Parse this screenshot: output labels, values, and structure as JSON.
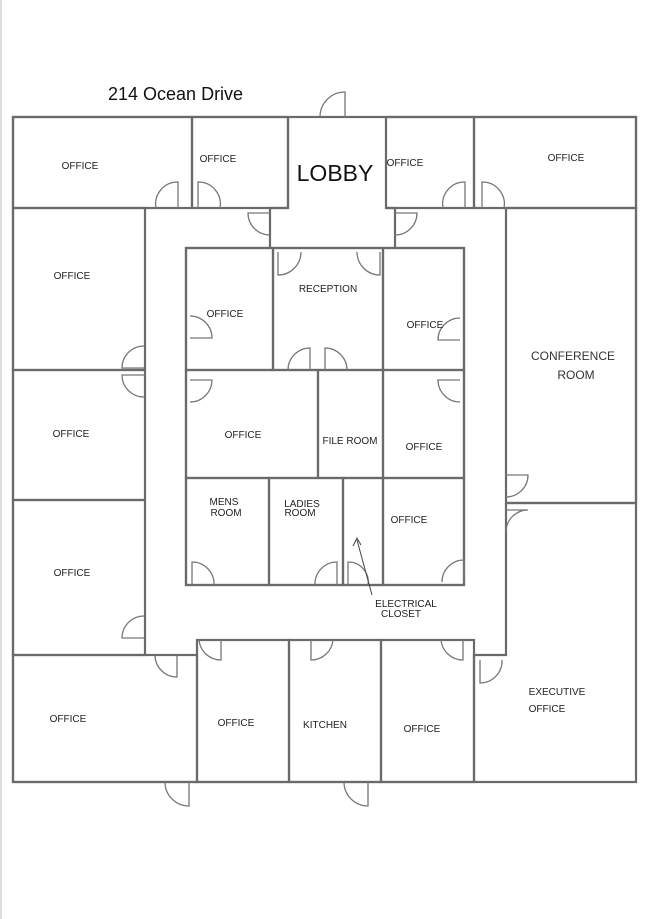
{
  "title": "214 Ocean Drive",
  "rooms": {
    "top_office_1": "OFFICE",
    "top_office_2": "OFFICE",
    "lobby": "LOBBY",
    "top_office_3": "OFFICE",
    "top_office_4": "OFFICE",
    "left_office_1": "OFFICE",
    "left_office_2": "OFFICE",
    "left_office_3": "OFFICE",
    "bottom_left_office": "OFFICE",
    "core_office_1": "OFFICE",
    "reception": "RECEPTION",
    "core_office_2": "OFFICE",
    "core_office_3": "OFFICE",
    "file_room": "FILE ROOM",
    "core_office_4": "OFFICE",
    "mens_room": [
      "MENS",
      "ROOM"
    ],
    "ladies_room": [
      "LADIES",
      "ROOM"
    ],
    "core_office_5": "OFFICE",
    "electrical_closet": [
      "ELECTRICAL",
      "CLOSET"
    ],
    "conference_room": [
      "CONFERENCE",
      "ROOM"
    ],
    "executive_office": [
      "EXECUTIVE",
      "OFFICE"
    ],
    "bottom_office_1": "OFFICE",
    "kitchen": "KITCHEN",
    "bottom_office_2": "OFFICE"
  }
}
